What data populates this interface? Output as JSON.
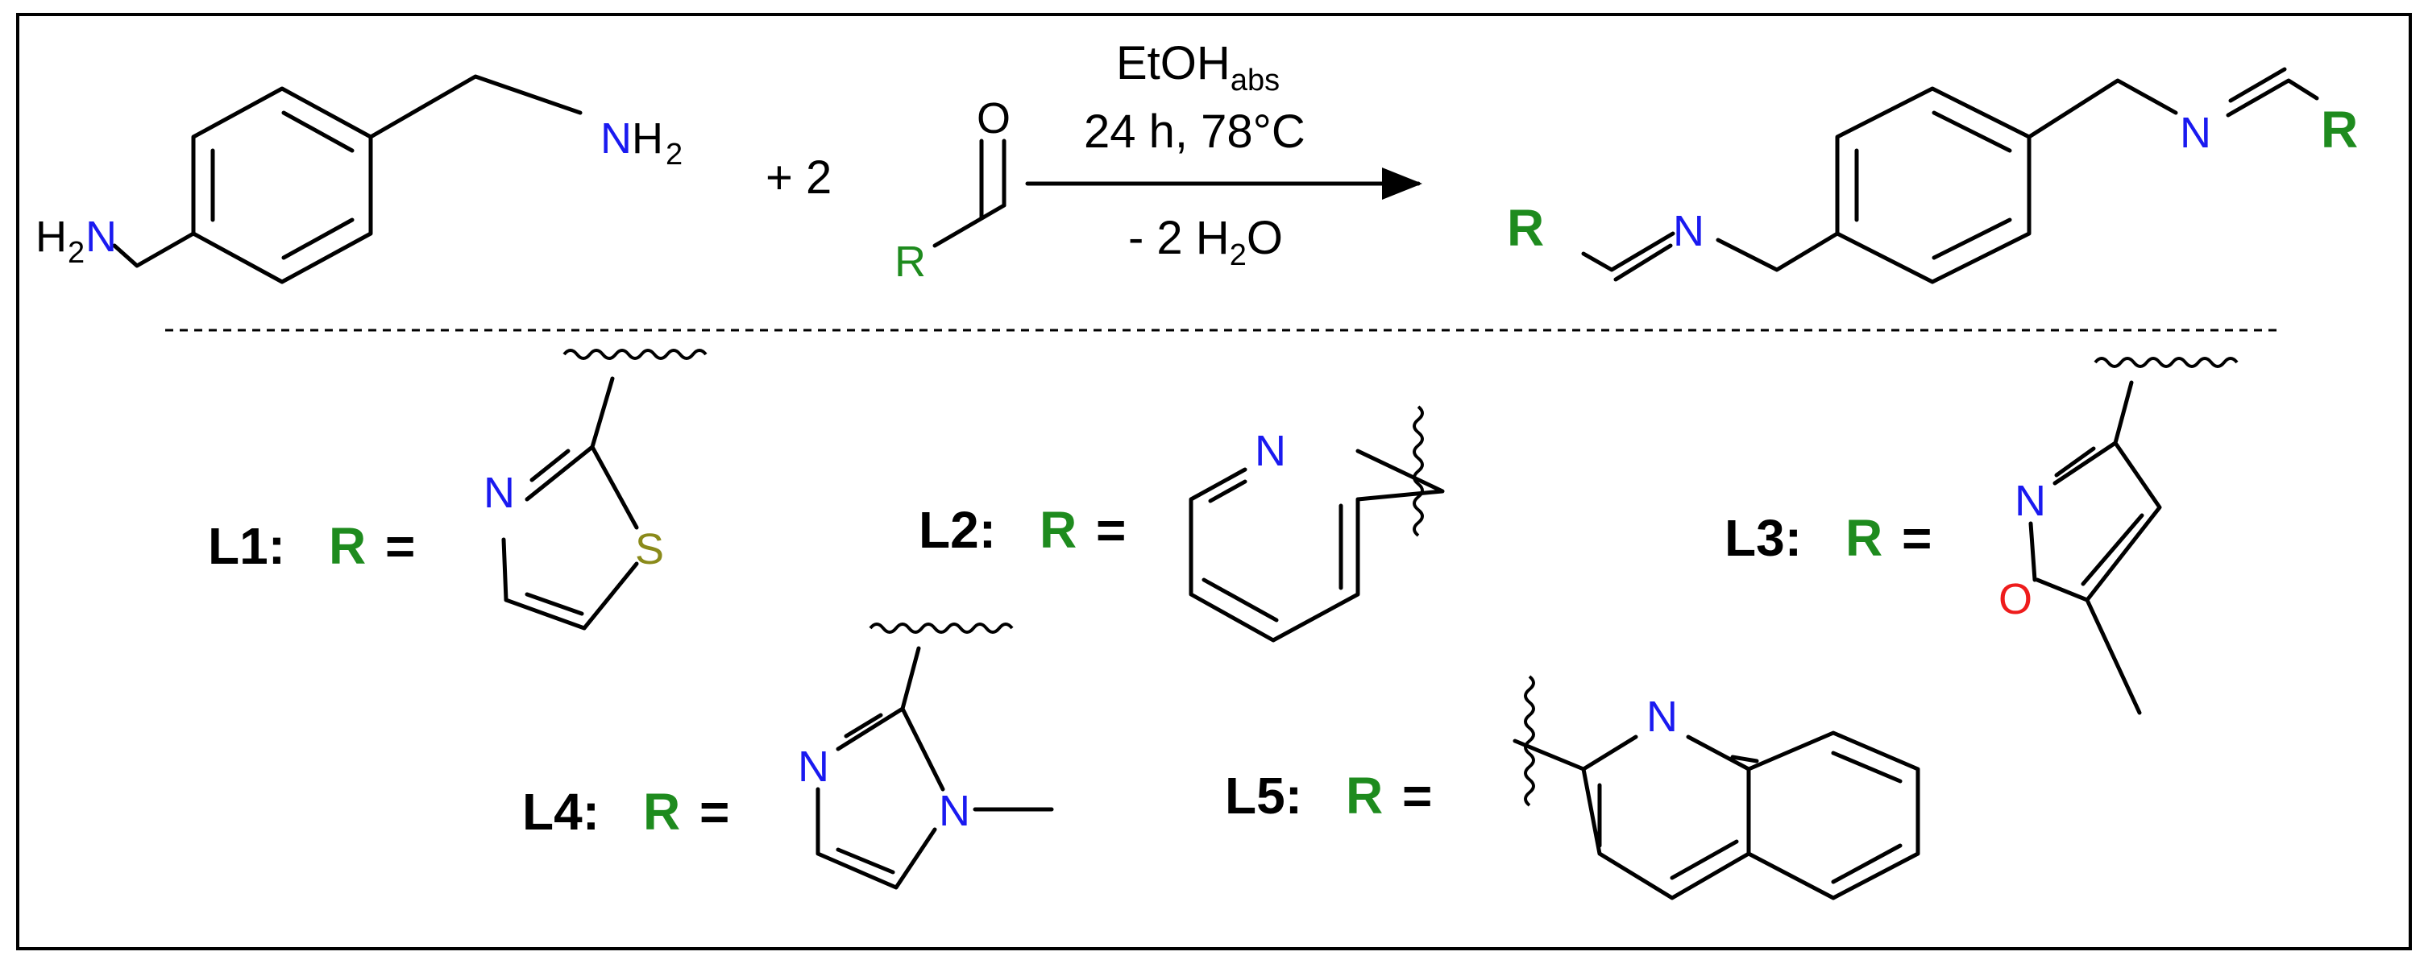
{
  "colors": {
    "nitrogen": "#1a1af0",
    "r_group": "#1e8b1e",
    "sulfur": "#8a8a1a",
    "oxygen": "#ee1c1c",
    "bond": "#000000"
  },
  "reaction": {
    "amine": {
      "nh2_n": "N",
      "nh2_h": "H",
      "nh2_sub": "2",
      "h2n_h": "H",
      "h2n_sub": "2",
      "h2n_n": "N"
    },
    "plus": "+ 2",
    "aldehyde": {
      "o": "O",
      "r": "R"
    },
    "conditions": {
      "solvent_main": "EtOH",
      "solvent_sub": "abs",
      "time_temp": "24 h, 78°C",
      "byproduct_pre": "- 2 H",
      "byproduct_sub": "2",
      "byproduct_post": "O"
    },
    "product": {
      "n_right": "N",
      "r_right": "R",
      "n_left": "N",
      "r_left": "R"
    }
  },
  "ligands": [
    {
      "label": "L1:",
      "r": "R",
      "eq": "=",
      "atoms": {
        "n": "N",
        "s": "S"
      }
    },
    {
      "label": "L2:",
      "r": "R",
      "eq": "=",
      "atoms": {
        "n": "N"
      }
    },
    {
      "label": "L3:",
      "r": "R",
      "eq": "=",
      "atoms": {
        "n": "N",
        "o": "O"
      }
    },
    {
      "label": "L4:",
      "r": "R",
      "eq": "=",
      "atoms": {
        "n1": "N",
        "n2": "N"
      }
    },
    {
      "label": "L5:",
      "r": "R",
      "eq": "=",
      "atoms": {
        "n": "N"
      }
    }
  ]
}
